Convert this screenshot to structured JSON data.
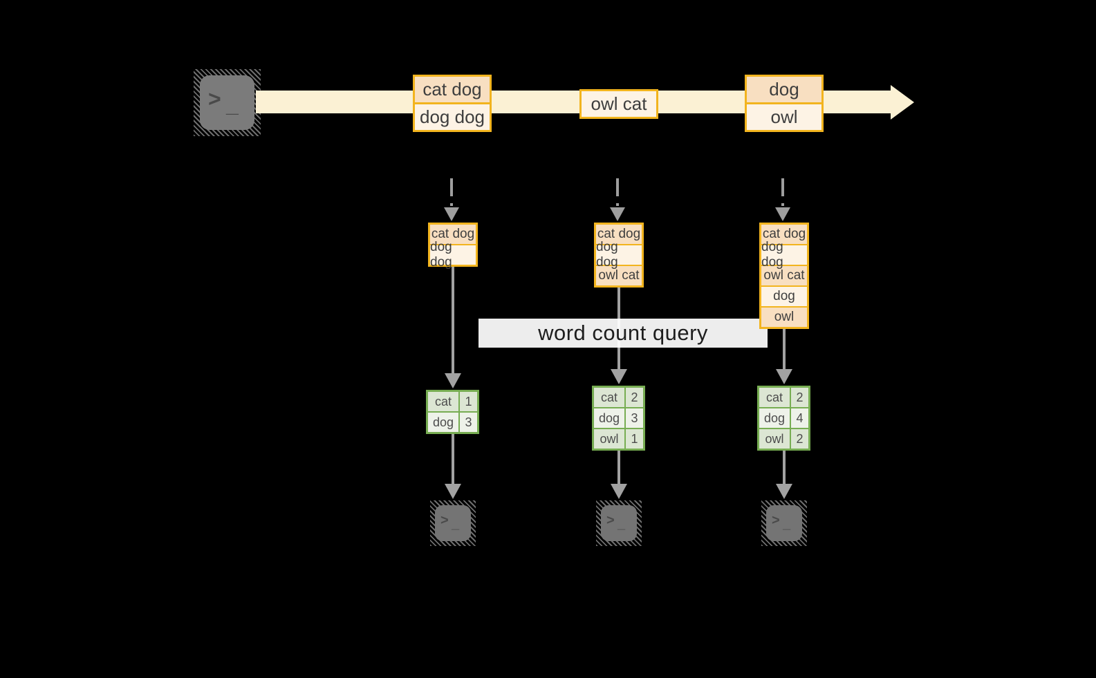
{
  "banner": {
    "label": "word count query"
  },
  "stream": {
    "batches": [
      {
        "rows": [
          "cat dog",
          "dog dog"
        ]
      },
      {
        "rows": [
          "owl cat"
        ]
      },
      {
        "rows": [
          "dog",
          "owl"
        ]
      }
    ]
  },
  "pipelines": [
    {
      "buffer": [
        "cat dog",
        "dog dog"
      ],
      "counts": [
        [
          "cat",
          "1"
        ],
        [
          "dog",
          "3"
        ]
      ]
    },
    {
      "buffer": [
        "cat dog",
        "dog dog",
        "owl cat"
      ],
      "counts": [
        [
          "cat",
          "2"
        ],
        [
          "dog",
          "3"
        ],
        [
          "owl",
          "1"
        ]
      ]
    },
    {
      "buffer": [
        "cat dog",
        "dog dog",
        "owl cat",
        "dog",
        "owl"
      ],
      "counts": [
        [
          "cat",
          "2"
        ],
        [
          "dog",
          "4"
        ],
        [
          "owl",
          "2"
        ]
      ]
    }
  ],
  "icons": {
    "terminal_prompt": ">",
    "terminal_cursor": "_"
  },
  "colors": {
    "stream_band": "#fbf1d4",
    "box_border": "#f2b41e",
    "box_fill_peach": "#f8dfc1",
    "box_fill_cream": "#fdf3e5",
    "table_border": "#77ad52",
    "table_fill_dark": "#dce6d3",
    "table_fill_light": "#eef2e9",
    "arrow_gray": "#9e9e9e",
    "background": "#000000"
  }
}
